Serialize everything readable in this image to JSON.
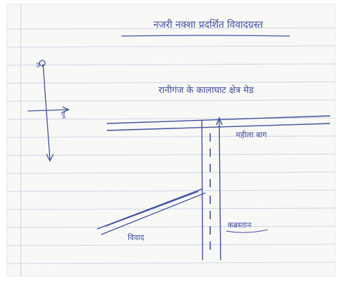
{
  "page": {
    "title": "नजरी नक्शा प्रदर्शित विवादग्रस्त",
    "subtitle": "रानीगंज के कालाघाट क्षेत्र मेड",
    "north_mark": "उ",
    "east_mark": "पू"
  },
  "map_labels": {
    "road_top": "महीला बाग",
    "left_lane": "विवाद",
    "right_area": "कब्रस्तान"
  },
  "colors": {
    "ink": "#3f4f9c",
    "paper": "#f8f8f6",
    "ruled_line": "#cfd5e6",
    "margin_line": "#e8c9c9",
    "background": "#ffffff"
  }
}
